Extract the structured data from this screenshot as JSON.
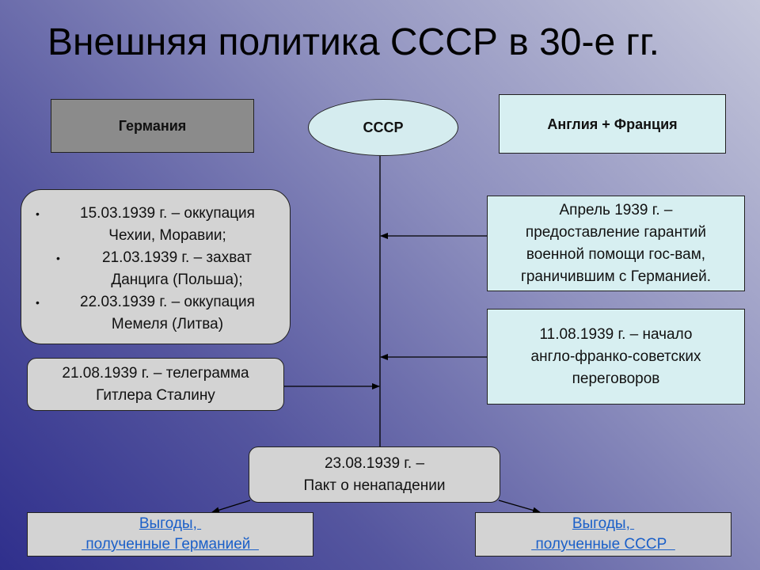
{
  "title": "Внешняя политика СССР в 30-е гг.",
  "nodes": {
    "germany": "Германия",
    "ussr": "СССР",
    "anglo_france": "Англия + Франция"
  },
  "germany_events": [
    {
      "line1": "15.03.1939 г. – оккупация",
      "line2": "Чехии, Моравии;"
    },
    {
      "line1": "21.03.1939 г. – захват",
      "line2": "Данцига (Польша);"
    },
    {
      "line1": "22.03.1939 г. – оккупация",
      "line2": "Мемеля (Литва)"
    }
  ],
  "telegram": {
    "line1": "21.08.1939 г. – телеграмма",
    "line2": "Гитлера Сталину"
  },
  "guarantee": {
    "line1": "Апрель 1939 г. –",
    "line2": "предоставление гарантий",
    "line3": "военной помощи гос-вам,",
    "line4": "граничившим с Германией."
  },
  "negotiation": {
    "line1": "11.08.1939 г. – начало",
    "line2": "англо-франко-советских",
    "line3": "переговоров"
  },
  "pact": {
    "line1": "23.08.1939 г. –",
    "line2": "Пакт о ненападении"
  },
  "benefits": {
    "germany": {
      "line1": "Выгоды, ",
      "line2": " полученные Германией  "
    },
    "ussr": {
      "line1": "Выгоды, ",
      "line2": " полученные СССР  "
    }
  },
  "colors": {
    "germany_box": "#8b8b8b",
    "grey_box": "#d3d3d3",
    "light_blue_box": "#d7eff1",
    "link": "#1a5fc8"
  }
}
